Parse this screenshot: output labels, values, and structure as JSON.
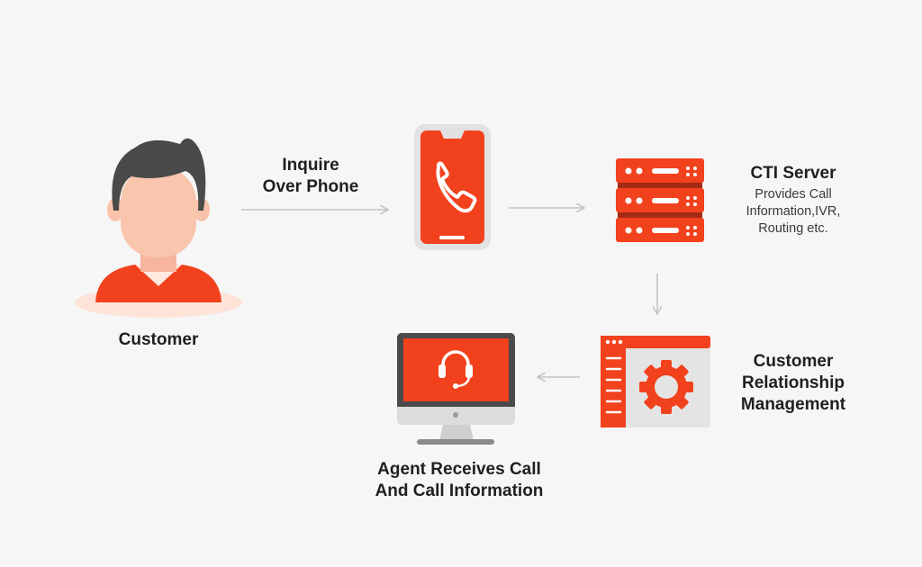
{
  "colors": {
    "background": "#f6f6f6",
    "accent": "#f2411d",
    "dark": "#4a4a4a",
    "arrow": "#c4c4c4"
  },
  "nodes": {
    "customer": {
      "icon": "customer-avatar-icon",
      "label": "Customer"
    },
    "phone": {
      "icon": "smartphone-call-icon"
    },
    "server": {
      "icon": "server-rack-icon",
      "title": "CTI Server",
      "desc_lines": [
        "Provides Call",
        "Information,IVR,",
        "Routing etc."
      ]
    },
    "crm": {
      "icon": "crm-gear-window-icon",
      "label_lines": [
        "Customer",
        "Relationship",
        "Management"
      ]
    },
    "agent": {
      "icon": "monitor-headset-icon",
      "label_lines": [
        "Agent Receives Call",
        "And Call Information"
      ]
    }
  },
  "edges": {
    "customer_to_phone": {
      "label_lines": [
        "Inquire",
        "Over Phone"
      ]
    }
  }
}
